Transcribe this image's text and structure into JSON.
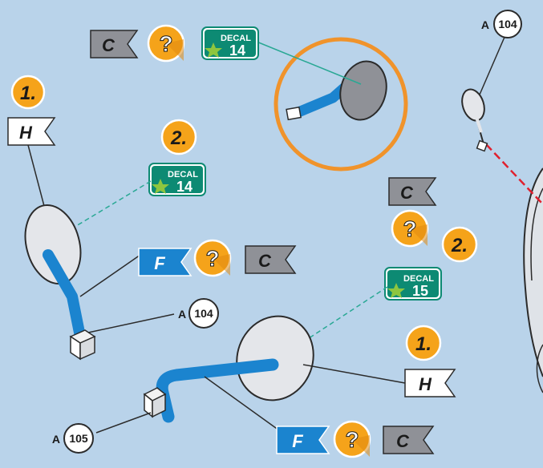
{
  "colors": {
    "background": "#b9d3ea",
    "part_blue": "#1b84cf",
    "disc_light": "#e4e6ea",
    "disc_gray": "#8f9197",
    "decal_green": "#0d8a73",
    "decal_star": "#8dc63f",
    "badge_orange": "#f5a31a",
    "highlight_ring": "#f0932b",
    "leader_line": "#2b2b2b",
    "decal_leader": "#29a894",
    "guide_red": "#e0202e"
  },
  "icons": {
    "question": "question-mark-badge-icon",
    "flag": "flag-tag-icon",
    "decal": "decal-sticker-icon",
    "star": "star-icon"
  },
  "callouts": {
    "zoom": {
      "flag": "C",
      "question": "?",
      "decal_word": "DECAL",
      "decal_number": "14"
    },
    "top_right": {
      "part_letter": "A",
      "part_number": "104"
    },
    "mirror_left": {
      "step1": "1.",
      "flag_top": "H",
      "step2": "2.",
      "decal_word": "DECAL",
      "decal_number": "14",
      "flag_front": "F",
      "question": "?",
      "flag_after": "C",
      "part_letter": "A",
      "part_number": "104"
    },
    "mirror_right": {
      "flag_top": "C",
      "question": "?",
      "step2": "2.",
      "decal_word": "DECAL",
      "decal_number": "15",
      "step1": "1.",
      "flag_side": "H",
      "flag_front": "F",
      "question_bottom": "?",
      "flag_after": "C",
      "part_letter": "A",
      "part_number": "105"
    }
  }
}
